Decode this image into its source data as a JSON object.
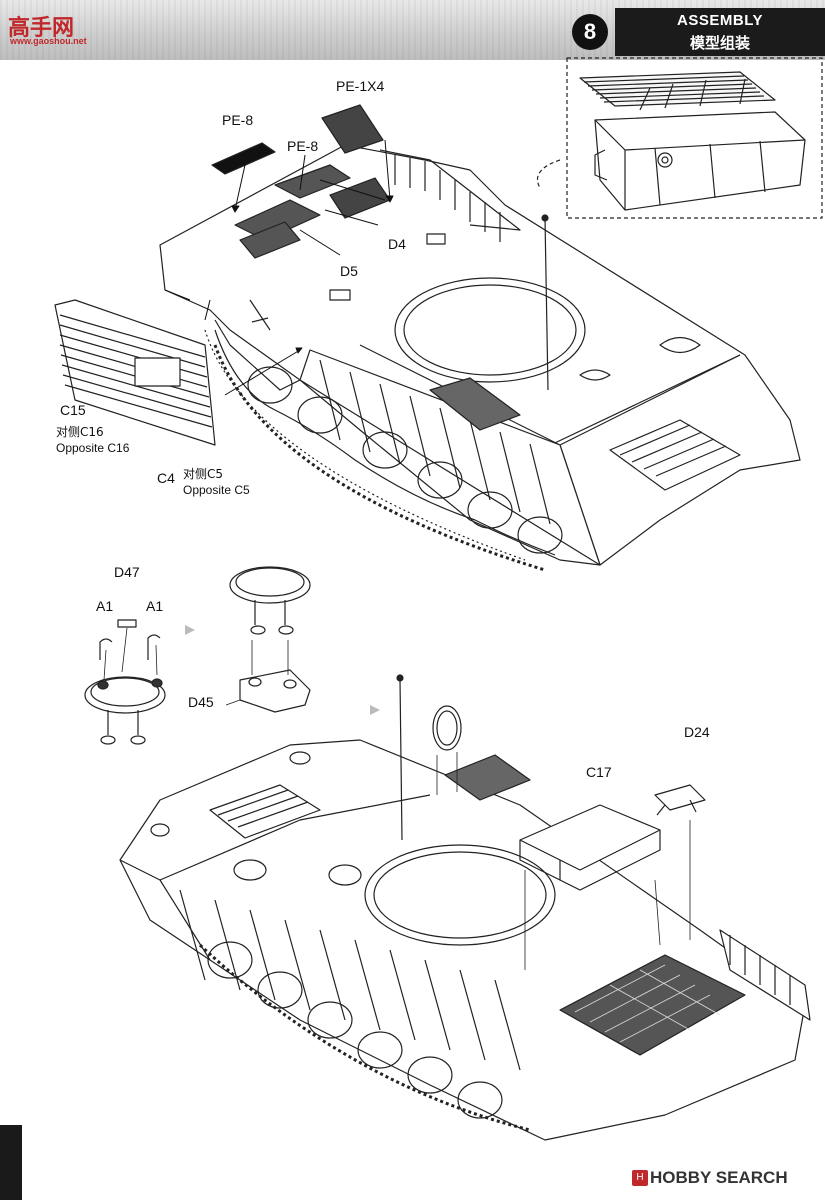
{
  "header": {
    "step_number": "8",
    "title_en": "ASSEMBLY",
    "title_zh": "模型组装"
  },
  "watermarks": {
    "top_logo_text": "高手网",
    "top_logo_url": "www.gaoshou.net",
    "bottom_logo_text": "HOBBY SEARCH",
    "bottom_logo_icon": "H"
  },
  "callouts": {
    "pe_1x4": "PE-1X4",
    "pe_8_a": "PE-8",
    "pe_8_b": "PE-8",
    "d4": "D4",
    "d5": "D5",
    "c15": "C15",
    "c15_opposite_zh": "对侧C16",
    "c15_opposite_en": "Opposite C16",
    "c4": "C4",
    "c4_opposite_zh": "对侧C5",
    "c4_opposite_en": "Opposite C5",
    "d47": "D47",
    "a1_left": "A1",
    "a1_right": "A1",
    "d45": "D45",
    "c17": "C17",
    "d24": "D24"
  },
  "colors": {
    "ink": "#111111",
    "header_dark": "#1b1b1b",
    "watermark_red": "#c0282b"
  }
}
